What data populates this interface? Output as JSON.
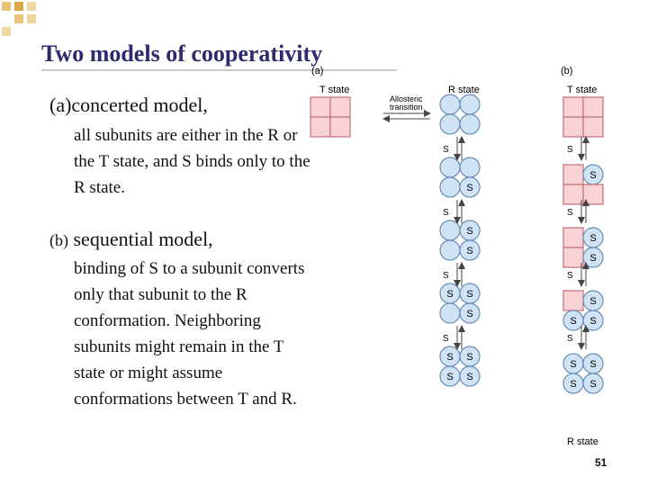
{
  "slide": {
    "title": "Two models of cooperativity",
    "page_number": "51"
  },
  "concerted": {
    "heading": "(a)concerted model,",
    "description": "all subunits are either in the R or the T state, and S binds only to the R state."
  },
  "sequential": {
    "heading_prefix": "(b)",
    "heading": " sequential model,",
    "description": "binding of S to a subunit converts only that subunit to the R conformation. Neighboring subunits might remain in the T state or might assume conformations between T and R."
  },
  "figure": {
    "panel_a_label": "(a)",
    "panel_b_label": "(b)",
    "t_state_label": "T state",
    "r_state_label": "R state",
    "arrow_label_line1": "Allosteric",
    "arrow_label_line2": "transition",
    "bottom_r_state_label": "R state",
    "substrate_label": "S",
    "colors": {
      "t_square_fill": "#f9d2d6",
      "t_square_stroke": "#c2707a",
      "r_circle_fill": "#cfe3f5",
      "r_circle_stroke": "#6a8db3",
      "title": "#2b2b6e"
    }
  }
}
